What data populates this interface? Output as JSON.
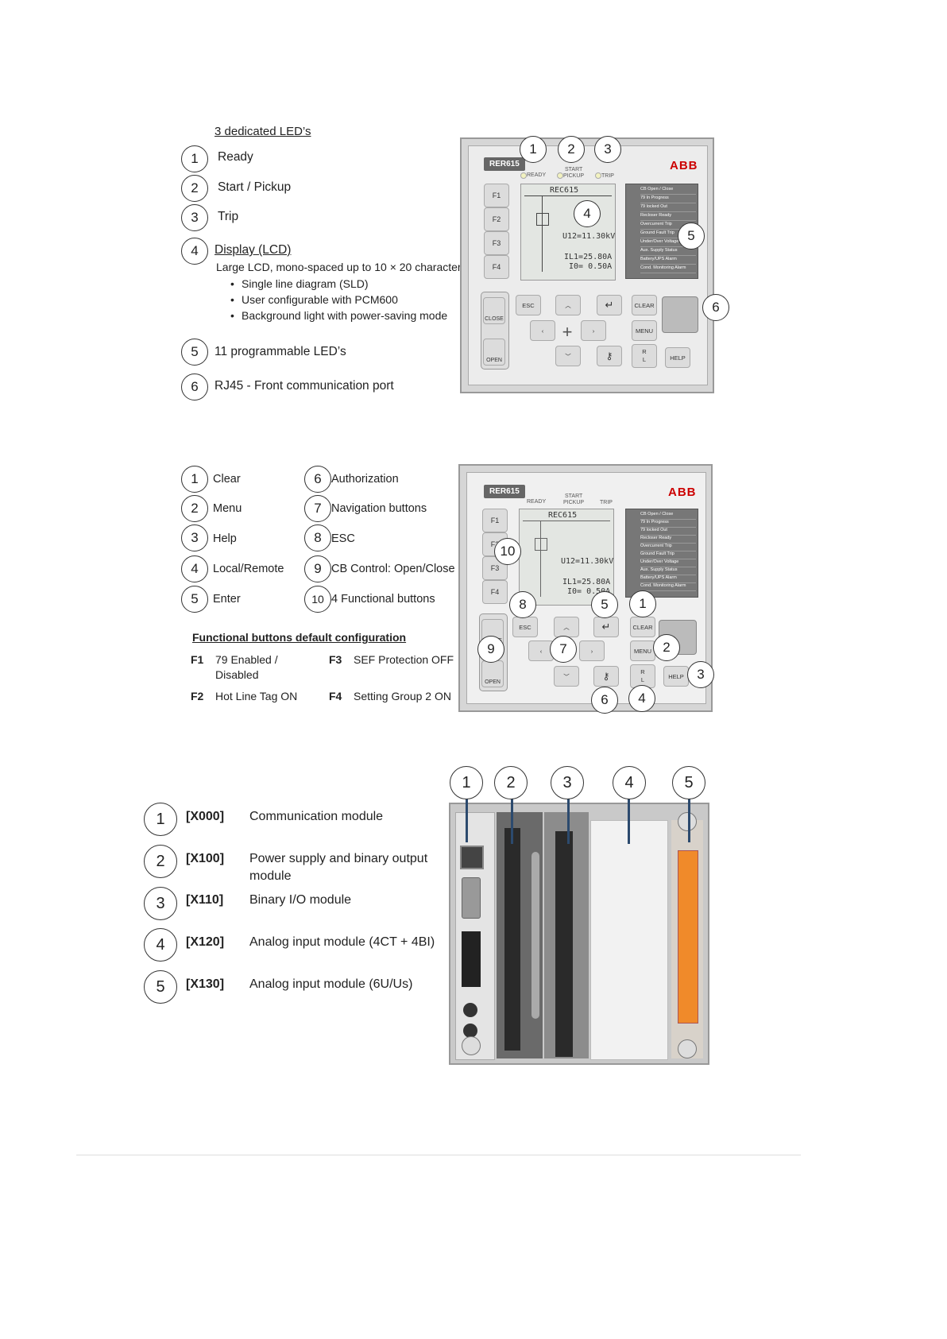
{
  "section1": {
    "heading": "3 dedicated LED’s",
    "items": [
      {
        "num": "1",
        "label": "Ready"
      },
      {
        "num": "2",
        "label": "Start / Pickup"
      },
      {
        "num": "3",
        "label": "Trip"
      },
      {
        "num": "4",
        "label": "Display (LCD)"
      },
      {
        "num": "5",
        "label": "11 programmable LED’s"
      },
      {
        "num": "6",
        "label": "RJ45 - Front communication port"
      }
    ],
    "lcd_desc": "Large LCD, mono-spaced up to 10 × 20   characters",
    "bullets": [
      "Single line diagram (SLD)",
      "User configurable with PCM600",
      "Background light with power-saving mode"
    ]
  },
  "device": {
    "model": "RER615",
    "brand": "ABB",
    "led_ready": "READY",
    "led_start": "START",
    "led_pickup": "PICKUP",
    "led_trip": "TRIP",
    "f_buttons": [
      "F1",
      "F2",
      "F3",
      "F4"
    ],
    "lcd_title": "REC615",
    "lcd_u12": "U12=11.30kV",
    "lcd_il1": "IL1=25.80A",
    "lcd_io": "I0= 0.50A",
    "prog_leds": [
      "CB Open / Close",
      "79 In Progress",
      "79 locked Out",
      "Recloser Ready",
      "Overcurrent Trip",
      "Ground Fault Trip",
      "Under/Over Voltage",
      "Aux. Supply Status",
      "Battery/UPS Alarm",
      "Cond. Monitoring Alarm"
    ],
    "btn_close": "CLOSE",
    "btn_open": "OPEN",
    "btn_esc": "ESC",
    "btn_clear": "CLEAR",
    "btn_menu": "MENU",
    "btn_help": "HELP",
    "btn_r": "R",
    "btn_l": "L"
  },
  "callouts1": [
    "1",
    "2",
    "3",
    "4",
    "5",
    "6"
  ],
  "section2": {
    "left": [
      {
        "num": "1",
        "label": "Clear"
      },
      {
        "num": "2",
        "label": "Menu"
      },
      {
        "num": "3",
        "label": "Help"
      },
      {
        "num": "4",
        "label": "Local/Remote"
      },
      {
        "num": "5",
        "label": "Enter"
      }
    ],
    "right": [
      {
        "num": "6",
        "label": "Authorization"
      },
      {
        "num": "7",
        "label": "Navigation buttons"
      },
      {
        "num": "8",
        "label": "ESC"
      },
      {
        "num": "9",
        "label": "CB Control: Open/Close"
      },
      {
        "num": "10",
        "label": "4 Functional buttons"
      }
    ],
    "fb_heading": "Functional buttons default configuration",
    "fb": [
      {
        "key": "F1",
        "label": "79 Enabled /",
        "label2": "Disabled"
      },
      {
        "key": "F3",
        "label": "SEF Protection OFF"
      },
      {
        "key": "F2",
        "label": "Hot Line Tag ON"
      },
      {
        "key": "F4",
        "label": "Setting Group 2 ON"
      }
    ]
  },
  "callouts2": [
    "1",
    "2",
    "3",
    "4",
    "5",
    "6",
    "7",
    "8",
    "9",
    "10"
  ],
  "section3": {
    "items": [
      {
        "num": "1",
        "code": "[X000]",
        "label": "Communication module"
      },
      {
        "num": "2",
        "code": "[X100]",
        "label": "Power supply and binary output",
        "label2": "module"
      },
      {
        "num": "3",
        "code": "[X110]",
        "label": "Binary I/O module"
      },
      {
        "num": "4",
        "code": "[X120]",
        "label": "Analog input module (4CT + 4BI)"
      },
      {
        "num": "5",
        "code": "[X130]",
        "label": "Analog input module (6U/Us)"
      }
    ]
  },
  "callouts3": [
    "1",
    "2",
    "3",
    "4",
    "5"
  ],
  "colors": {
    "abb_red": "#cc0000",
    "terminal_orange": "#f08a2a",
    "arrow_blue": "#2c4a6e"
  }
}
